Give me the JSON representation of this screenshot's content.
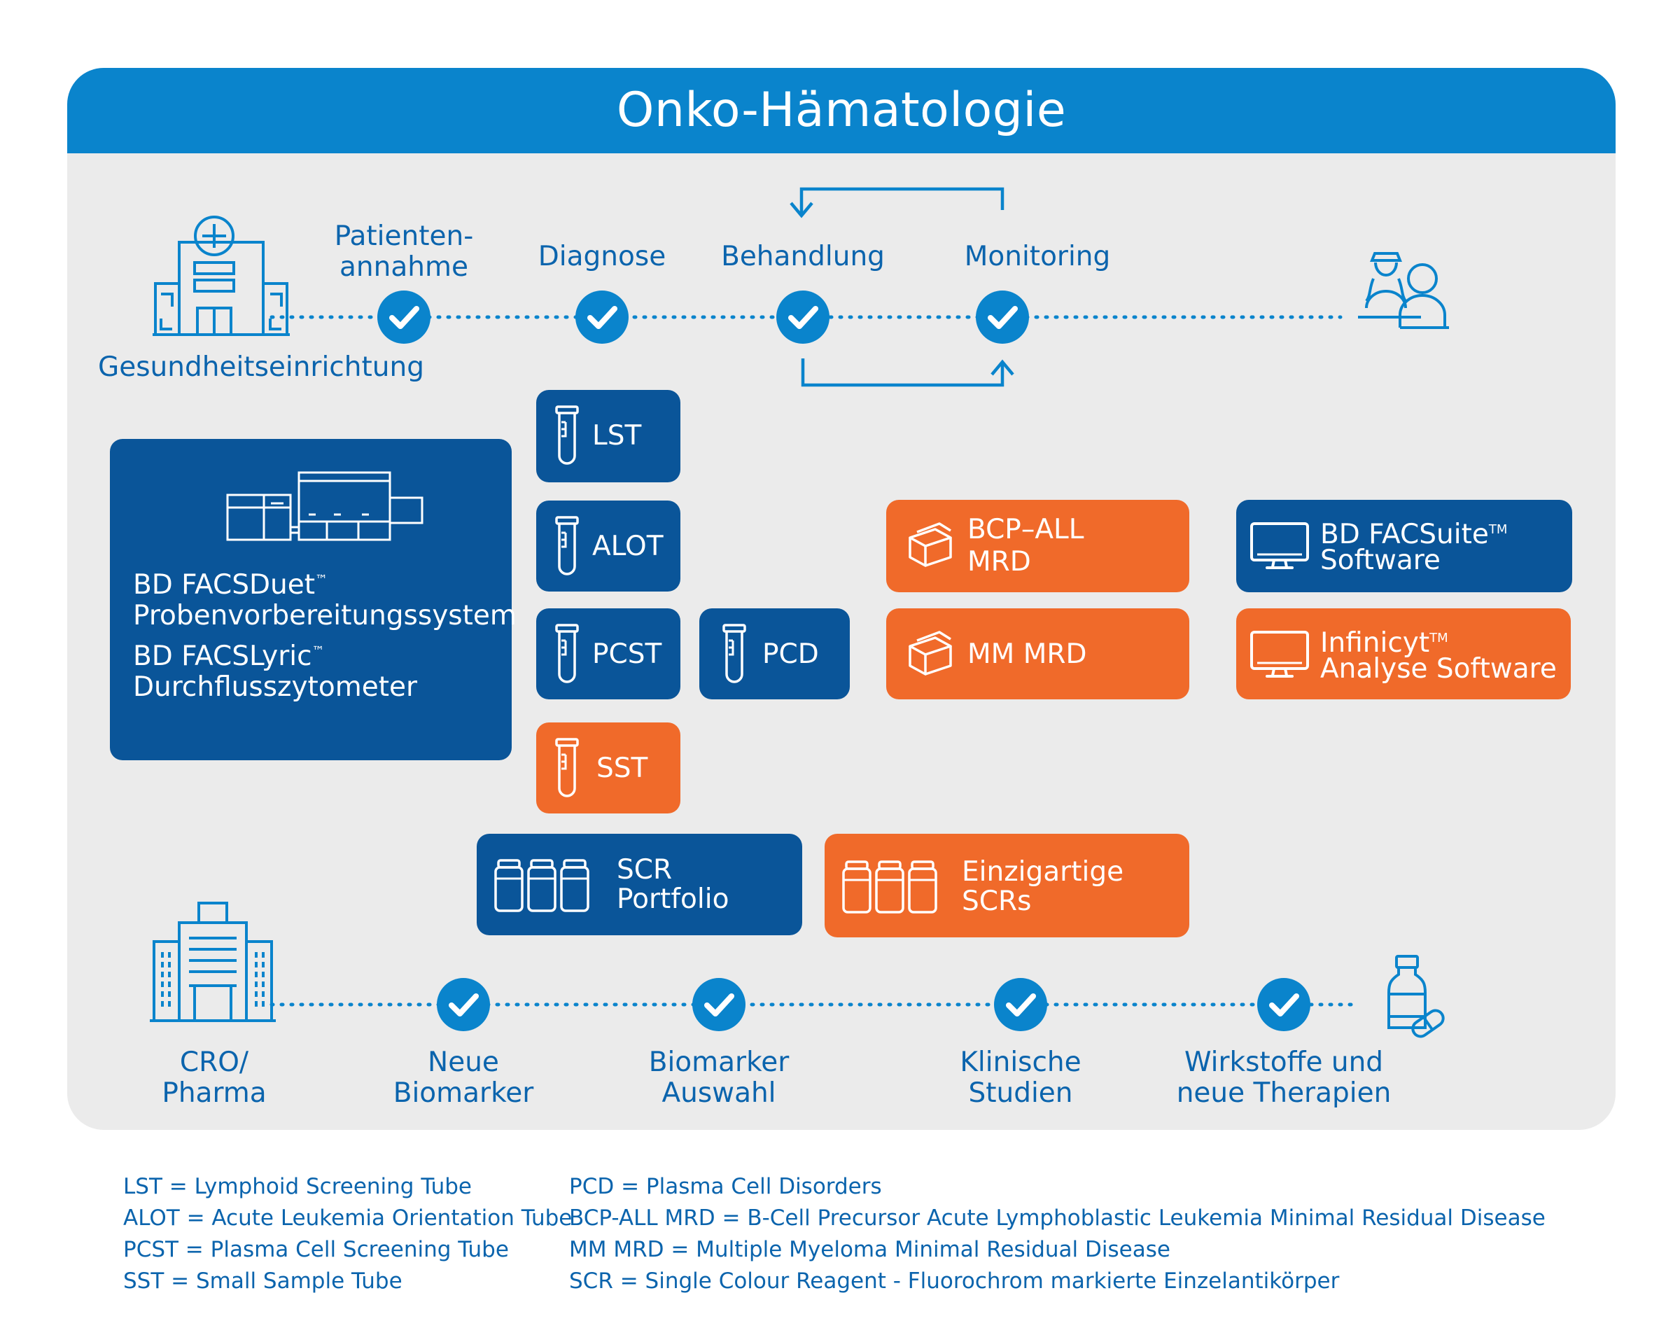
{
  "header": {
    "title": "Onko-Hämatologie"
  },
  "top_flow": {
    "start_label": "Gesundheitseinrichtung",
    "steps": [
      {
        "label": "Patienten-\nannahme"
      },
      {
        "label": "Diagnose"
      },
      {
        "label": "Behandlung"
      },
      {
        "label": "Monitoring"
      }
    ]
  },
  "instrument_box": {
    "line1": "BD FACSDuet",
    "line2": "Probenvorbereitungssystem",
    "line3": "BD FACSLyric",
    "line4": "Durchflusszytometer",
    "tm": "™"
  },
  "tubes": [
    {
      "label": "LST"
    },
    {
      "label": "ALOT"
    },
    {
      "label": "PCST"
    },
    {
      "label": "PCD"
    },
    {
      "label": "SST"
    }
  ],
  "mrd": [
    {
      "line1": "BCP–ALL",
      "line2": "MRD"
    },
    {
      "line1": "MM MRD"
    }
  ],
  "software": [
    {
      "line1": "BD FACSuite",
      "tm": "TM",
      "line2": "Software"
    },
    {
      "line1": "Infinicyt",
      "tm": "TM",
      "line2": "Analyse Software"
    }
  ],
  "reagents": [
    {
      "line1": "SCR",
      "line2": "Portfolio"
    },
    {
      "line1": "Einzigartige",
      "line2": "SCRs"
    }
  ],
  "bottom_flow": {
    "start_label": "CRO/\nPharma",
    "steps": [
      {
        "label": "Neue\nBiomarker"
      },
      {
        "label": "Biomarker\nAuswahl"
      },
      {
        "label": "Klinische\nStudien"
      },
      {
        "label": "Wirkstoffe und\nneue Therapien"
      }
    ]
  },
  "legend": {
    "left": [
      "LST = Lymphoid Screening Tube",
      "ALOT = Acute Leukemia Orientation Tube",
      "PCST = Plasma Cell Screening Tube",
      "SST = Small Sample Tube"
    ],
    "right": [
      "PCD = Plasma Cell Disorders",
      "BCP-ALL MRD = B-Cell Precursor Acute Lymphoblastic Leukemia Minimal Residual Disease",
      "MM MRD = Multiple Myeloma Minimal Residual Disease",
      "SCR = Single Colour Reagent - Fluorochrom markierte Einzelantikörper"
    ]
  },
  "colors": {
    "brand_blue": "#0a84cc",
    "dark_blue": "#0a5599",
    "orange": "#f06a2a",
    "panel": "#ebebeb"
  }
}
